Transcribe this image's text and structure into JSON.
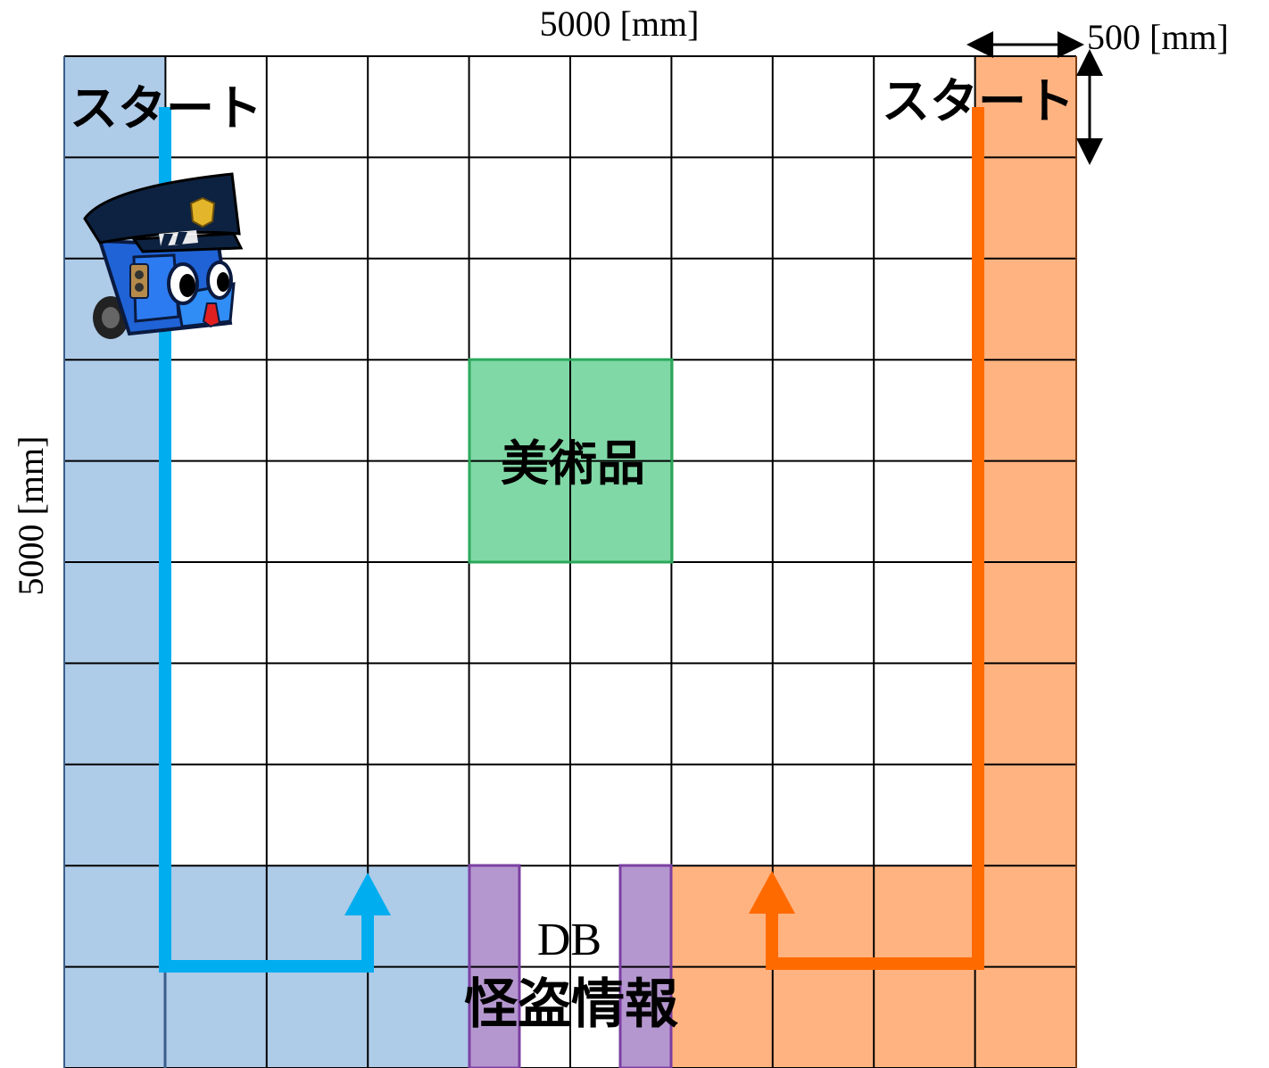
{
  "dimensions": {
    "top_width": "5000 [mm]",
    "left_height": "5000 [mm]",
    "cell_size": "500 [mm]"
  },
  "labels": {
    "start_left": "スタート",
    "start_right": "スタート",
    "artwork": "美術品",
    "db": "DB",
    "thief_info": "怪盗情報"
  },
  "colors": {
    "police_zone": "#aecbe8",
    "thief_zone": "#ffb380",
    "artwork_zone": "#80d8a6",
    "db_zone": "#b597cf",
    "police_path": "#00adef",
    "thief_path": "#ff6a00"
  },
  "icons": {
    "police_robot": "police-robot-icon"
  }
}
